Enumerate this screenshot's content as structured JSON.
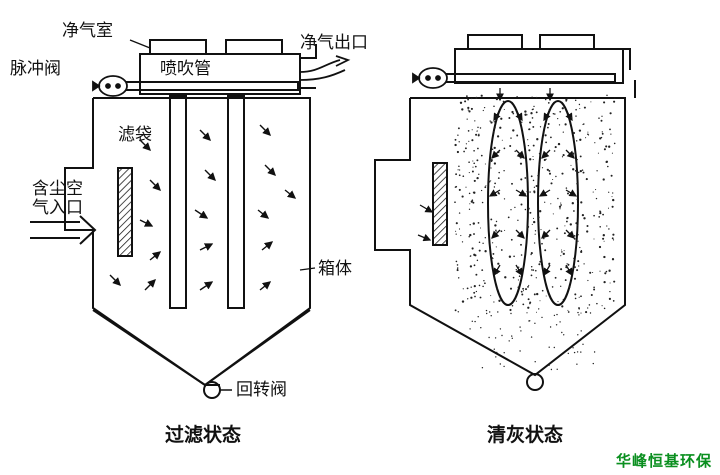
{
  "left_panel": {
    "caption": "过滤状态",
    "labels": {
      "clean_chamber": "净气室",
      "clean_outlet": "净气出口",
      "pulse_valve": "脉冲阀",
      "blow_pipe": "喷吹管",
      "filter_bag": "滤袋",
      "dusty_inlet_line1": "含尘空",
      "dusty_inlet_line2": "气入口",
      "housing": "箱体",
      "rotary_valve": "回转阀"
    }
  },
  "right_panel": {
    "caption": "清灰状态"
  },
  "watermark": "华峰恒基环保",
  "colors": {
    "line": "#111111",
    "watermark": "#0a8f1f"
  }
}
